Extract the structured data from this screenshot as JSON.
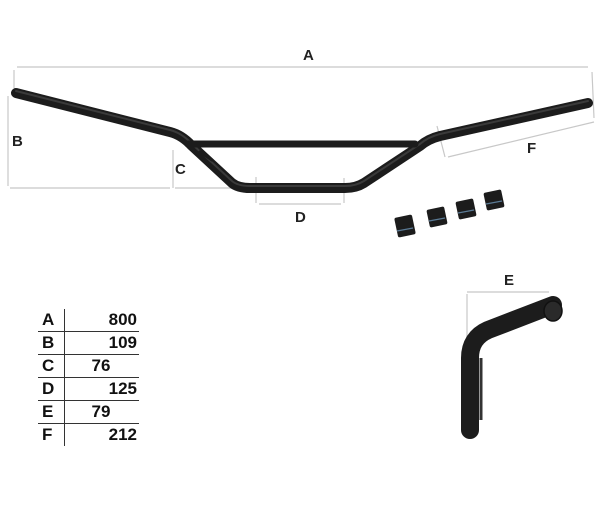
{
  "diagram": {
    "subject": "motorcycle handlebar with cross brace",
    "labels": {
      "A": "A",
      "B": "B",
      "C": "C",
      "D": "D",
      "E": "E",
      "F": "F"
    },
    "accessories": "4 clamp inserts"
  },
  "dimensions_table": {
    "rows": [
      {
        "key": "A",
        "value": "800"
      },
      {
        "key": "B",
        "value": "109"
      },
      {
        "key": "C",
        "value": "76"
      },
      {
        "key": "D",
        "value": "125"
      },
      {
        "key": "E",
        "value": "79"
      },
      {
        "key": "F",
        "value": "212"
      }
    ]
  },
  "colors": {
    "bar": "#1c1c1c",
    "dimension_line": "#c8c8c8",
    "text": "#222222"
  }
}
